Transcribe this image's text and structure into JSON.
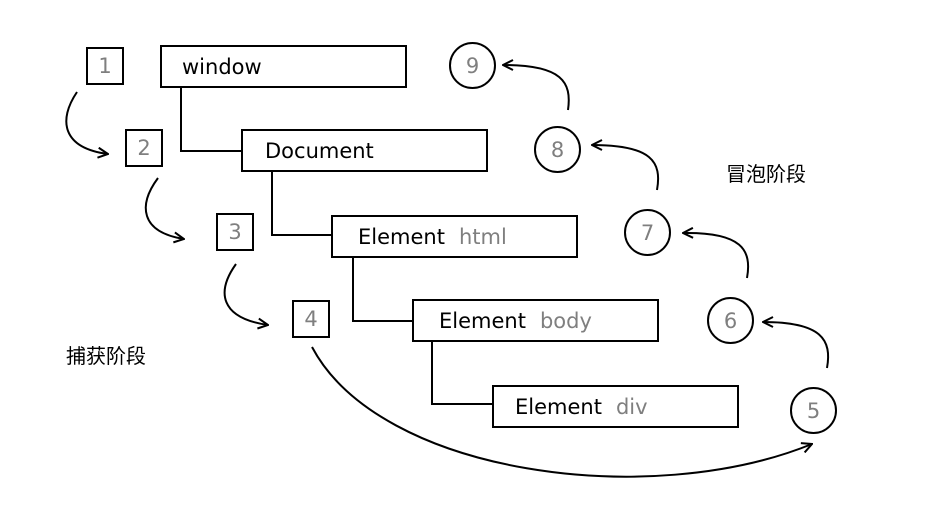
{
  "nodes": [
    {
      "label": "window",
      "sub": ""
    },
    {
      "label": "Document",
      "sub": ""
    },
    {
      "label": "Element",
      "sub": "html"
    },
    {
      "label": "Element",
      "sub": "body"
    },
    {
      "label": "Element",
      "sub": "div"
    }
  ],
  "capture_steps": [
    "1",
    "2",
    "3",
    "4"
  ],
  "bubble_steps": [
    "5",
    "6",
    "7",
    "8",
    "9"
  ],
  "labels": {
    "capture_phase": "捕获阶段",
    "bubble_phase": "冒泡阶段"
  }
}
